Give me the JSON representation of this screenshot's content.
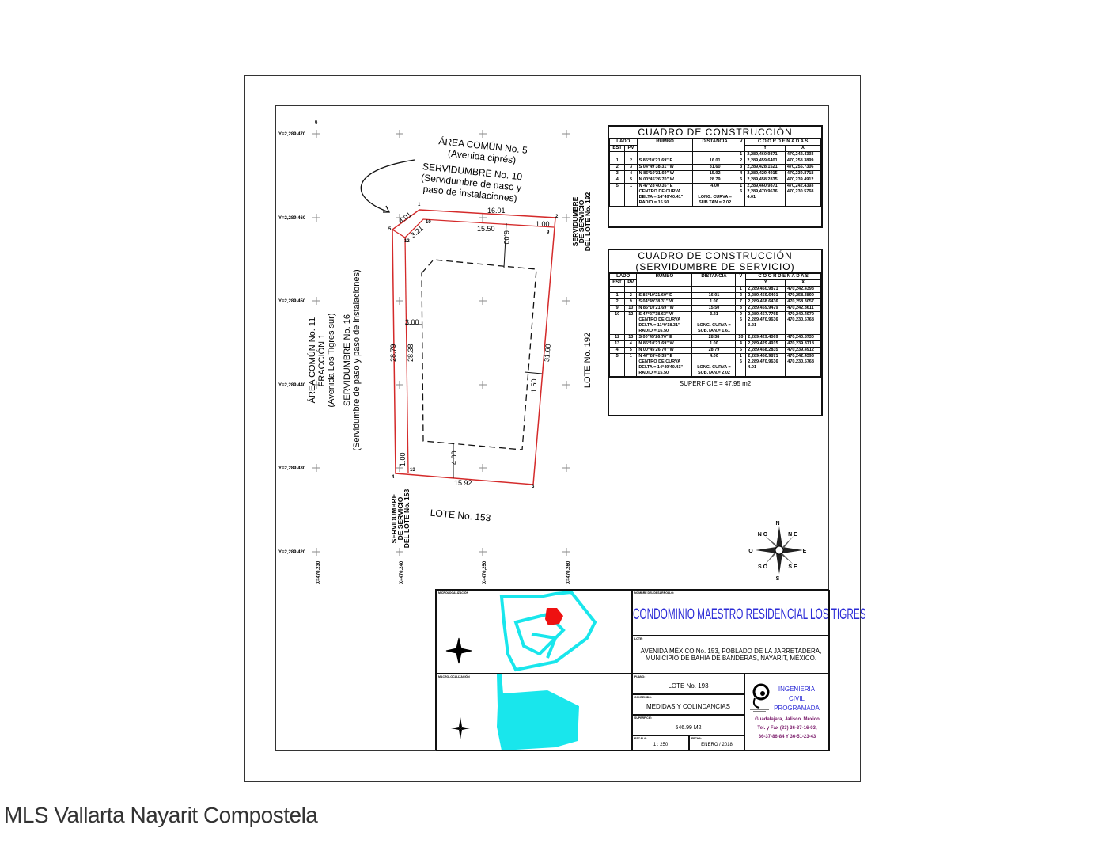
{
  "drawing": {
    "grid_y_labels": [
      "Y=2,289,470",
      "Y=2,289,460",
      "Y=2,289,450",
      "Y=2,289,440",
      "Y=2,289,430",
      "Y=2,289,420"
    ],
    "grid_x_labels": [
      "X=470,230",
      "X=470,240",
      "X=470,250",
      "X=470,260"
    ],
    "point_6_label": "6",
    "north_label": {
      "line1": "ÁREA COMÚN No. 5",
      "line2": "(Avenida ciprés)"
    },
    "easement_10": {
      "line1": "SERVIDUMBRE No. 10",
      "line2": "(Servidumbre de paso y",
      "line3": "paso de instalaciones)"
    },
    "west_label": {
      "line1": "ÁREA COMÚN No. 11",
      "line2": "FRACCIÓN 1",
      "line3": "(Avenida Los Tigres sur)"
    },
    "easement_16": {
      "line1": "SERVIDUMBRE No. 16",
      "line2": "(Servidumbre de paso y paso de instalaciones)"
    },
    "east_easement": {
      "line1": "SERVIDUMBRE",
      "line2": "DE SERVICIO",
      "line3": "DEL LOTE No. 192"
    },
    "east_lot": "LOTE No. 192",
    "south_easement": {
      "line1": "SERVIDUMBRE",
      "line2": "DE SERVICIO",
      "line3": "DEL LOTE No. 153"
    },
    "south_lot": "LOTE No. 153",
    "vertex_labels": [
      "1",
      "2",
      "3",
      "4",
      "5",
      "9",
      "10",
      "12",
      "13"
    ],
    "dimensions": {
      "top": "16.01",
      "top_inner": "15.50",
      "ne": "1.00",
      "nw": "4.01",
      "nw_inner": "3.21",
      "setback_n": "6.00",
      "west": "28.79",
      "west_inner": "28.38",
      "setback_w": "3.00",
      "east": "31.60",
      "setback_e": "1.50",
      "south": "15.92",
      "setback_s": "4.00",
      "sw": "1.00"
    },
    "compass": {
      "n": "N",
      "s": "S",
      "e": "E",
      "o": "O",
      "ne": "N E",
      "no": "N O",
      "se": "S E",
      "so": "S O"
    }
  },
  "table1": {
    "title": "CUADRO DE CONSTRUCCIÓN",
    "headers": {
      "lado": "LADO",
      "est": "EST",
      "pv": "PV",
      "rumbo": "RUMBO",
      "distancia": "DISTANCIA",
      "v": "V",
      "coordenadas": "C O O R D E N A D A S",
      "y": "Y",
      "x": "X"
    },
    "rows": [
      {
        "est": "",
        "pv": "",
        "rumbo": "",
        "dist": "",
        "v": "1",
        "y": "2,289,460.9871",
        "x": "470,242.4393"
      },
      {
        "est": "1",
        "pv": "2",
        "rumbo": "S 85°10'21.69\" E",
        "dist": "16.01",
        "v": "2",
        "y": "2,289,459.6401",
        "x": "470,258.3899"
      },
      {
        "est": "2",
        "pv": "3",
        "rumbo": "S 04°49'38.31\" W",
        "dist": "31.60",
        "v": "3",
        "y": "2,289,428.1521",
        "x": "470,255.7306"
      },
      {
        "est": "3",
        "pv": "4",
        "rumbo": "N 85°10'21.69\" W",
        "dist": "15.92",
        "v": "4",
        "y": "2,289,429.4915",
        "x": "470,239.8718"
      },
      {
        "est": "4",
        "pv": "5",
        "rumbo": "N 00°45'26.70\" W",
        "dist": "28.79",
        "v": "5",
        "y": "2,289,458.2835",
        "x": "470,239.4912"
      },
      {
        "est": "5",
        "pv": "1",
        "rumbo": "N 47°28'40.35\" E\nCENTRO DE CURVA\nDELTA = 14°49'40.41\"\nRADIO = 15.50",
        "dist": "4.00\n\nLONG. CURVA =\nSUB.TAN.= 2.02",
        "v": "1\n6",
        "y": "2,289,460.9871\n2,289,470.9636\n4.01",
        "x": "470,242.4393\n470,230.5768"
      }
    ]
  },
  "table2": {
    "title": "CUADRO DE CONSTRUCCIÓN",
    "subtitle": "(SERVIDUMBRE DE SERVICIO)",
    "headers": {
      "lado": "LADO",
      "est": "EST",
      "pv": "PV",
      "rumbo": "RUMBO",
      "distancia": "DISTANCIA",
      "v": "V",
      "coordenadas": "C O O R D E N A D A S",
      "y": "Y",
      "x": "X"
    },
    "rows": [
      {
        "est": "",
        "pv": "",
        "rumbo": "",
        "dist": "",
        "v": "1",
        "y": "2,289,460.9871",
        "x": "470,242.4393"
      },
      {
        "est": "1",
        "pv": "2",
        "rumbo": "S 85°10'21.69\" E",
        "dist": "16.01",
        "v": "2",
        "y": "2,289,459.6401",
        "x": "470,258.3899"
      },
      {
        "est": "2",
        "pv": "9",
        "rumbo": "S 04°49'38.31\" W",
        "dist": "1.00",
        "v": "7",
        "y": "2,289,458.6436",
        "x": "470,258.3057"
      },
      {
        "est": "9",
        "pv": "10",
        "rumbo": "N 85°10'21.69\" W",
        "dist": "15.50",
        "v": "8",
        "y": "2,289,459.9479",
        "x": "470,242.8611"
      },
      {
        "est": "10",
        "pv": "12",
        "rumbo": "S 47°27'38.63\" W\nCENTRO DE CURVA\nDELTA = 11°9'18.31\"\nRADIO = 16.50",
        "dist": "3.21\n\nLONG. CURVA =\nSUB.TAN.= 1.61",
        "v": "9\n6",
        "y": "2,289,457.7765\n2,289,470.9636\n3.21",
        "x": "470,240.4979\n470,230.5768"
      },
      {
        "est": "12",
        "pv": "13",
        "rumbo": "S 00°45'26.70\" E",
        "dist": "28.38",
        "v": "10",
        "y": "2,289,429.4069",
        "x": "470,240.8730"
      },
      {
        "est": "13",
        "pv": "4",
        "rumbo": "N 85°10'21.69\" W",
        "dist": "1.00",
        "v": "4",
        "y": "2,289,429.4915",
        "x": "470,239.8718"
      },
      {
        "est": "4",
        "pv": "5",
        "rumbo": "N 00°45'26.70\" W",
        "dist": "28.79",
        "v": "5",
        "y": "2,289,458.2835",
        "x": "470,239.4912"
      },
      {
        "est": "5",
        "pv": "1",
        "rumbo": "N 47°28'40.35\" E\nCENTRO DE CURVA\nDELTA = 14°49'40.41\"\nRADIO = 15.50",
        "dist": "4.00\n\nLONG. CURVA =\nSUB.TAN.= 2.02",
        "v": "1\n6",
        "y": "2,289,460.9871\n2,289,470.9636\n4.01",
        "x": "470,242.4393\n470,230.5768"
      }
    ],
    "superficie": "SUPERFICIE = 47.95 m2"
  },
  "title_block": {
    "micro_label": "MICROLOCALIZACIÓN",
    "macro_label": "MACROLOCALIZACIÓN",
    "dev_label": "NOMBRE DEL DESARROLLO:",
    "development": "CONDOMINIO MAESTRO RESIDENCIAL LOS TIGRES",
    "lote_label": "LOTE:",
    "address_line1": "AVENIDA MÉXICO No. 153, POBLADO DE LA JARRETADERA,",
    "address_line2": "MUNICIPIO DE BAHIA DE BANDERAS, NAYARIT, MÉXICO.",
    "plano_label": "PLANO:",
    "plano": "LOTE No. 193",
    "contenido_label": "CONTENIDO:",
    "contenido": "MEDIDAS Y COLINDANCIAS",
    "superficie_label": "SUPERFICIE:",
    "superficie": "546.99 M2",
    "escala_label": "ESCALA:",
    "escala": "1 : 250",
    "fecha_label": "FECHA:",
    "fecha": "ENERO / 2018",
    "company_line1": "INGENIERIA",
    "company_line2": "CIVIL",
    "company_line3": "PROGRAMADA",
    "contact_line1": "Guadalajara, Jalisco. México",
    "contact_line2": "Tel. y Fax (33) 36-37-16-03,",
    "contact_line3": "36-37-86-84 Y 36-51-23-43",
    "colors": {
      "blue": "#2b2bd6",
      "purple": "#7a1a6a",
      "cyan": "#19e6ec",
      "red": "#ee1111",
      "lot_line": "#d42a2a"
    }
  },
  "footer": "MLS Vallarta Nayarit Compostela"
}
